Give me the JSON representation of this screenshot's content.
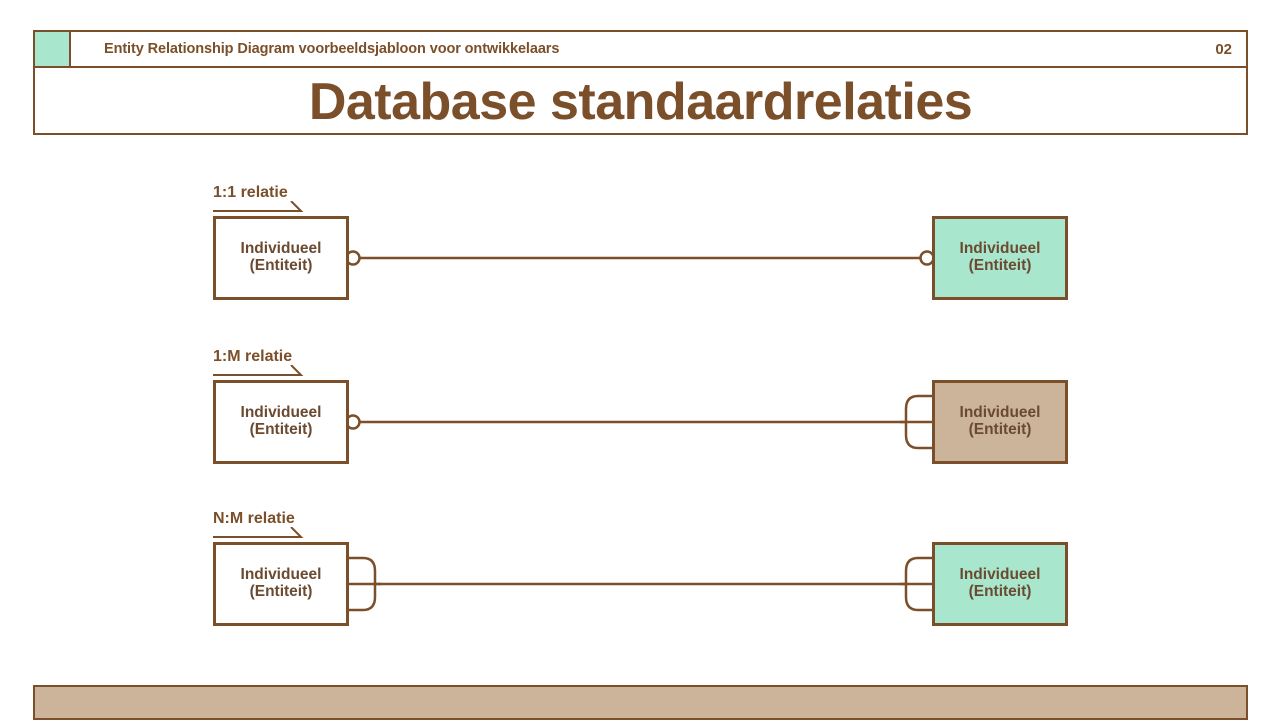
{
  "slide": {
    "page_number": "02",
    "subtitle": "Entity Relationship Diagram voorbeeldsjabloon voor ontwikkelaars",
    "title": "Database standaardrelaties"
  },
  "colors": {
    "brown": "#7b4f2a",
    "text_brown": "#6b4a30",
    "mint": "#a8e6ce",
    "tan": "#cbb49a",
    "white": "#ffffff",
    "background": "#ffffff"
  },
  "entity_label": {
    "line1": "Individueel",
    "line2": "(Entiteit)"
  },
  "relations": [
    {
      "label": "1:1 relatie",
      "left": {
        "line1": "Individueel",
        "line2": "(Entiteit)",
        "fill": "white",
        "connector": "circle"
      },
      "right": {
        "line1": "Individueel",
        "line2": "(Entiteit)",
        "fill": "mint",
        "connector": "circle"
      }
    },
    {
      "label": "1:M relatie",
      "left": {
        "line1": "Individueel",
        "line2": "(Entiteit)",
        "fill": "white",
        "connector": "circle"
      },
      "right": {
        "line1": "Individueel",
        "line2": "(Entiteit)",
        "fill": "tan",
        "connector": "crowsfoot"
      }
    },
    {
      "label": "N:M relatie",
      "left": {
        "line1": "Individueel",
        "line2": "(Entiteit)",
        "fill": "white",
        "connector": "crowsfoot"
      },
      "right": {
        "line1": "Individueel",
        "line2": "(Entiteit)",
        "fill": "mint",
        "connector": "crowsfoot"
      }
    }
  ]
}
